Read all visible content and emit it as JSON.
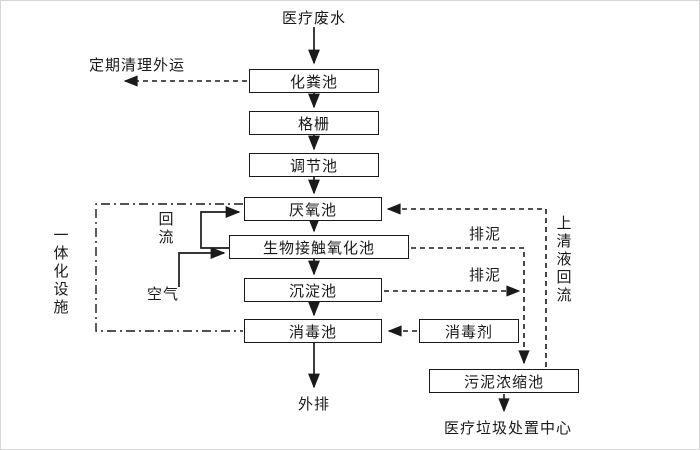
{
  "diagram": {
    "source_label": "医疗废水",
    "boxes": {
      "septic_tank": "化粪池",
      "grid_screen": "格栅",
      "regulating_tank": "调节池",
      "anaerobic_tank": "厌氧池",
      "bio_contact_oxidation_tank": "生物接触氧化池",
      "sedimentation_tank": "沉淀池",
      "disinfection_tank": "消毒池",
      "disinfectant": "消毒剂",
      "sludge_thickening_tank": "污泥浓缩池"
    },
    "labels": {
      "periodic_removal": "定期清理外运",
      "reflux": "回流",
      "air": "空气",
      "sludge_discharge_upper": "排泥",
      "sludge_discharge_lower": "排泥",
      "supernatant_reflux": "上清液回流",
      "integrated_facility": "一体化设施",
      "outfall": "外排",
      "disposal_center": "医疗垃圾处置中心"
    },
    "colors": {
      "line": "#1a1a1a",
      "box_fill": "#ffffff",
      "background": "#ffffff"
    }
  }
}
